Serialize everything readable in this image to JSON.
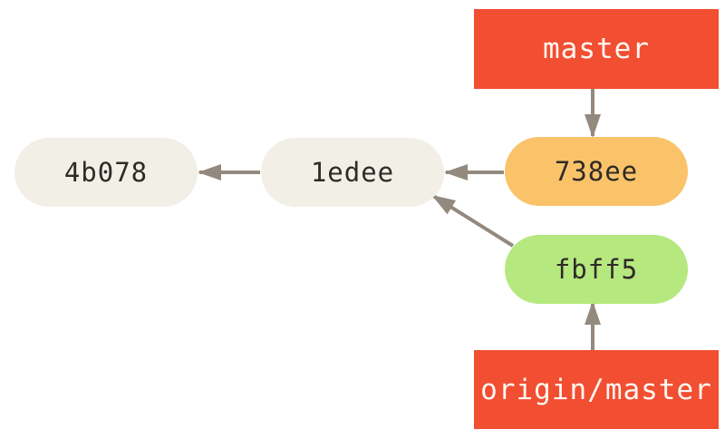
{
  "diagram": {
    "title": "git commit graph with diverged local and remote branches",
    "background": "#ffffff",
    "arrow_color": "#94897e",
    "branch_labels": [
      {
        "id": "master",
        "label": "master",
        "color": "#f14e32",
        "text_color": "#fff8f1"
      },
      {
        "id": "origin-master",
        "label": "origin/master",
        "color": "#f14e32",
        "text_color": "#fff8f1"
      }
    ],
    "commits": [
      {
        "id": "4b078",
        "label": "4b078",
        "color": "#f2efe7",
        "text_color": "#2e2b27"
      },
      {
        "id": "1edee",
        "label": "1edee",
        "color": "#f2efe7",
        "text_color": "#2e2b27"
      },
      {
        "id": "738ee",
        "label": "738ee",
        "color": "#fac36a",
        "text_color": "#2e2b27"
      },
      {
        "id": "fbff5",
        "label": "fbff5",
        "color": "#b5e87f",
        "text_color": "#2e2b27"
      }
    ],
    "edges": [
      {
        "from": "master",
        "to": "738ee",
        "direction": "down"
      },
      {
        "from": "738ee",
        "to": "1edee",
        "direction": "left"
      },
      {
        "from": "1edee",
        "to": "4b078",
        "direction": "left"
      },
      {
        "from": "fbff5",
        "to": "1edee",
        "direction": "up-left"
      },
      {
        "from": "origin/master",
        "to": "fbff5",
        "direction": "up"
      }
    ]
  }
}
